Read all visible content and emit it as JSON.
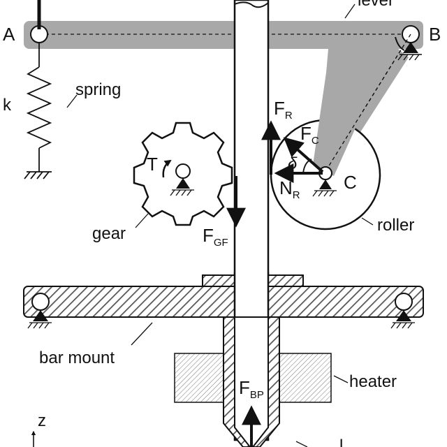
{
  "labels": {
    "point_a": "A",
    "point_b": "B",
    "point_c": "C",
    "lever": "lever",
    "spring": "spring",
    "spring_constant": "k",
    "gear": "gear",
    "torque": "T",
    "roller": "roller",
    "bar_mount": "bar mount",
    "heater": "heater",
    "angle_beta": "β",
    "angle_delta": "δ",
    "z_axis": "z",
    "bottom_partial": "l"
  },
  "forces": {
    "roller_force": {
      "main": "F",
      "sub": "R"
    },
    "contact_force": {
      "main": "F",
      "sub": "C"
    },
    "normal_force": {
      "main": "N",
      "sub": "R"
    },
    "gear_force": {
      "main": "F",
      "sub": "GF"
    },
    "bottom_force": {
      "main": "F",
      "sub": "BP"
    }
  },
  "colors": {
    "lever_fill": "#a8a8a8",
    "line": "#111111",
    "hatch": "#555555"
  }
}
